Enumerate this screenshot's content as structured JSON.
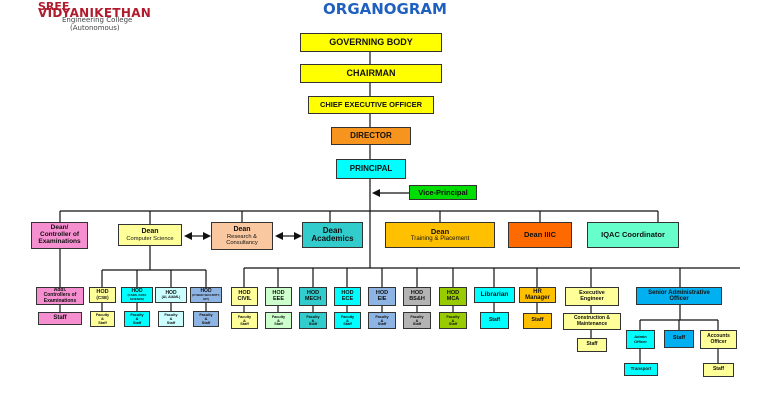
{
  "logo": {
    "line1": "SREE",
    "line2": "VIDYANIKETHAN",
    "line3": "Engineering College",
    "line4": "(Autonomous)"
  },
  "title": "ORGANOGRAM",
  "top_chain": {
    "governing_body": "GOVERNING BODY",
    "chairman": "CHAIRMAN",
    "ceo": "CHIEF EXECUTIVE OFFICER",
    "director": "DIRECTOR",
    "principal": "PRINCIPAL",
    "vice_principal": "Vice-Principal"
  },
  "deans": {
    "coe_1": "Dean/",
    "coe_2": "Controller of",
    "coe_3": "Examinations",
    "cs_1": "Dean",
    "cs_2": "Computer Science",
    "rc_1": "Dean",
    "rc_2": "Research &",
    "rc_3": "Consultancy",
    "acad_1": "Dean",
    "acad_2": "Academics",
    "tp_1": "Dean",
    "tp_2": "Training & Placement",
    "iiic": "Dean IIIC",
    "iqac": "IQAC Coordinator"
  },
  "exam": {
    "addl_1": "Addl.",
    "addl_2": "Controllers of",
    "addl_3": "Examinations",
    "staff": "Staff"
  },
  "cs_hods": {
    "hod": "HOD",
    "cse": "(CSE)",
    "ds": "(CSBS, DATA SCIENCE)",
    "ai": "(AI, AI&ML)",
    "cyber": "(CYBER SECURITY, IOT)"
  },
  "hods": {
    "hod": "HOD",
    "civil": "CIVIL",
    "eee": "EEE",
    "mech": "MECH",
    "ece": "ECE",
    "eie": "EIE",
    "bsh": "BS&H",
    "mca": "MCA"
  },
  "faculty": {
    "w1": "Faculty",
    "w2": "&",
    "w3": "Staff"
  },
  "support": {
    "librarian": "Librarian",
    "hr_1": "HR",
    "hr_2": "Manager",
    "ee_1": "Executive",
    "ee_2": "Engineer",
    "cm_1": "Construction &",
    "cm_2": "Maintenance",
    "sao_1": "Senior Administrative",
    "sao_2": "Officer",
    "admin_1": "Admin",
    "admin_2": "Officer",
    "transport": "Transport",
    "accounts_1": "Accounts",
    "accounts_2": "Officer",
    "staff": "Staff"
  },
  "colors": {
    "yellow": "#ffff00",
    "orange": "#f7941d",
    "cyan": "#00ffff",
    "green": "#00dd00",
    "pink": "#f58fd0",
    "lightyellow": "#ffff99",
    "salmon": "#f9c8a0",
    "teal": "#33cccc",
    "gold": "#ffc000",
    "deeporange": "#ff6a00",
    "mint": "#66ffcc",
    "lightgreen": "#ccffcc",
    "blue": "#8db4e2",
    "gray": "#b4b4b4",
    "olive": "#99cc00",
    "sky": "#00b0f0",
    "lightcyan": "#ccffff"
  }
}
